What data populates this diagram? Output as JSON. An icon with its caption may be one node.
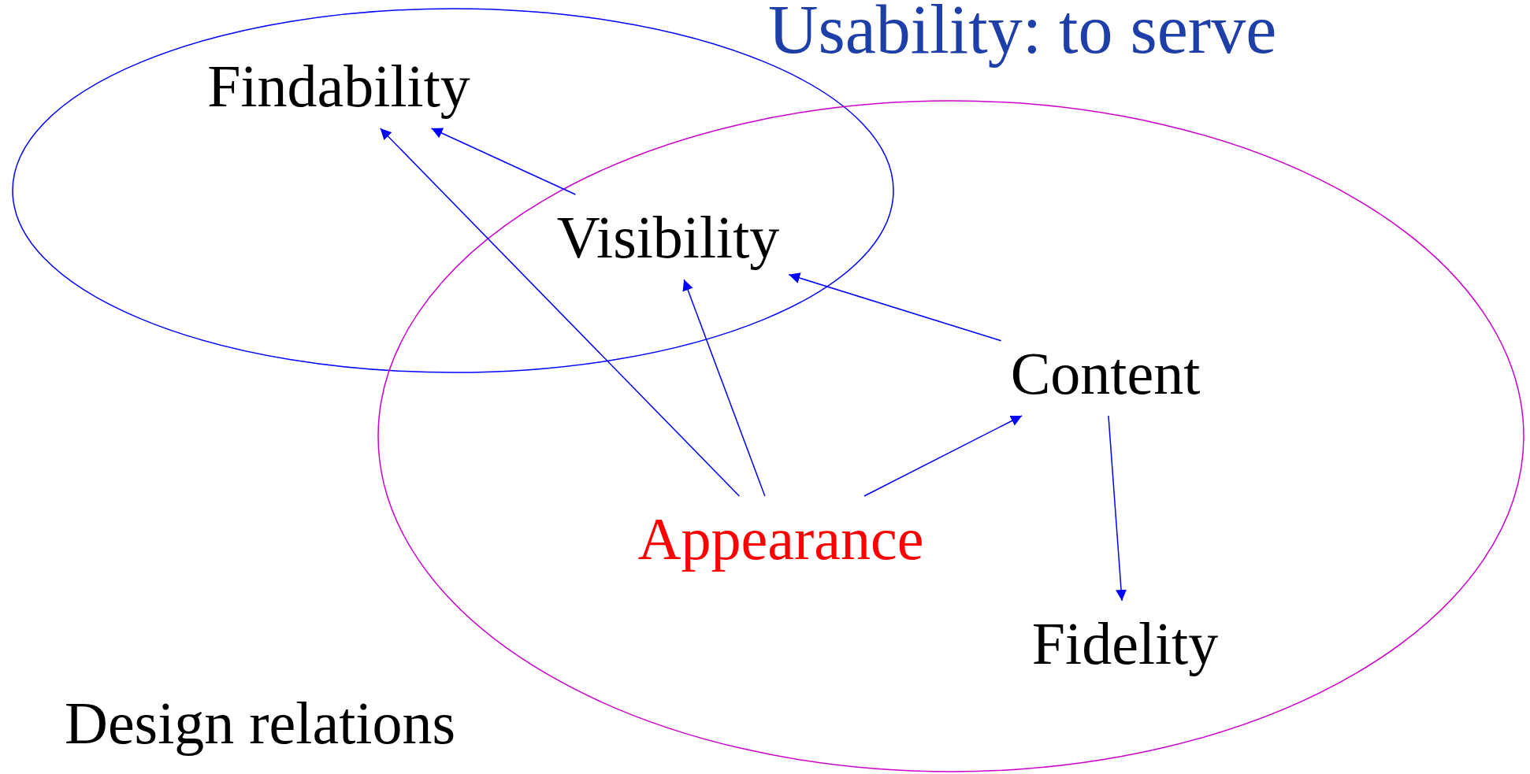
{
  "diagram": {
    "title": "Usability: to serve",
    "nodes": [
      {
        "text": [],
        "shape": "ellipse"
      },
      {
        "text": [],
        "shape": "ellipse"
      },
      {
        "text": [
          "Findability"
        ],
        "in": 0
      },
      {
        "text": [
          "Visibility"
        ]
      },
      {
        "text": [
          "Content"
        ],
        "in": 1
      },
      {
        "text": [
          "Appearance"
        ],
        "in": 1
      },
      {
        "text": [
          "Fidelity"
        ],
        "in": 1
      }
    ],
    "edges": [
      {
        "from": 5,
        "to": 2,
        "arrow": "to"
      },
      {
        "from": 3,
        "to": 2,
        "arrow": "to"
      },
      {
        "from": 5,
        "to": 3,
        "arrow": "to"
      },
      {
        "from": 4,
        "to": 3,
        "arrow": "to"
      },
      {
        "from": 5,
        "to": 4,
        "arrow": "to"
      },
      {
        "from": 4,
        "to": 6,
        "arrow": "to"
      }
    ],
    "labels": [
      "Design relations"
    ]
  }
}
